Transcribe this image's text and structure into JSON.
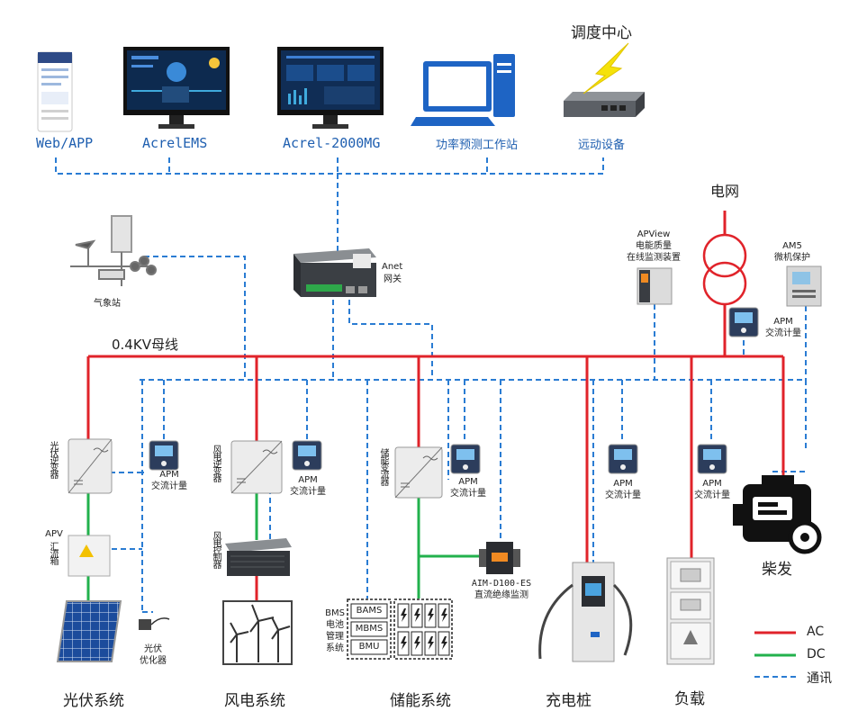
{
  "top": {
    "web_app": "Web/APP",
    "acrel_ems": "AcrelEMS",
    "acrel_2000mg": "Acrel-2000MG",
    "forecast_station": "功率预测工作站",
    "telecontrol": "远动设备",
    "dispatch_center": "调度中心"
  },
  "gateway": {
    "line1": "Anet",
    "line2": "网关"
  },
  "weather_station": "气象站",
  "grid": {
    "label": "电网",
    "apview_line1": "APView",
    "apview_line2": "电能质量",
    "apview_line3": "在线监测装置",
    "am5_line1": "AM5",
    "am5_line2": "微机保护",
    "apm_line1": "APM",
    "apm_line2": "交流计量"
  },
  "bus_label": "0.4KV母线",
  "pv": {
    "inverter": "光伏逆变器",
    "meter_line1": "APM",
    "meter_line2": "交流计量",
    "combiner_line1": "APV",
    "combiner_line2": "汇流箱",
    "optimizer_line1": "光伏",
    "optimizer_line2": "优化器",
    "system": "光伏系统"
  },
  "wind": {
    "inverter": "风电逆变器",
    "meter_line1": "APM",
    "meter_line2": "交流计量",
    "controller": "风电控制器",
    "system": "风电系统"
  },
  "storage": {
    "converter": "储能变流器",
    "meter_line1": "APM",
    "meter_line2": "交流计量",
    "aim_line1": "AIM-D100-ES",
    "aim_line2": "直流绝缘监测",
    "bms_line1": "BMS",
    "bms_line2": "电池",
    "bms_line3": "管理",
    "bms_line4": "系统",
    "bams": "BAMS",
    "mbms": "MBMS",
    "bmu": "BMU",
    "system": "储能系统"
  },
  "charging": {
    "meter_line1": "APM",
    "meter_line2": "交流计量",
    "system": "充电桩"
  },
  "load": {
    "meter_line1": "APM",
    "meter_line2": "交流计量",
    "system": "负载"
  },
  "diesel": "柴发",
  "legend": {
    "ac": "AC",
    "dc": "DC",
    "comm": "通讯"
  },
  "colors": {
    "ac": "#e0232a",
    "dc": "#22b14c",
    "comm": "#2a7cd3"
  }
}
